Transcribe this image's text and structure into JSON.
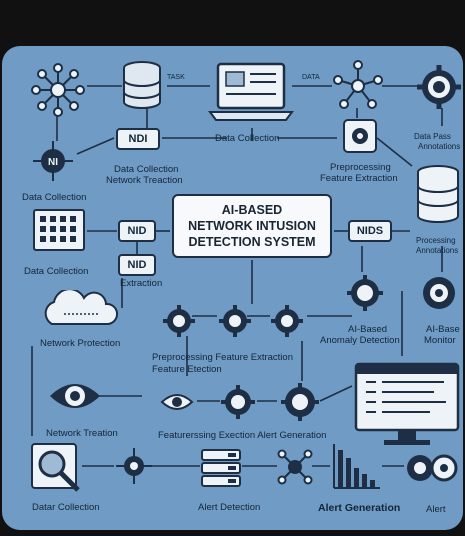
{
  "title": {
    "line1": "AI-BASED",
    "line2": "NETWORK INTUSION",
    "line3": "DETECTION SYSTEM"
  },
  "boxes": {
    "ndi": "NDI",
    "nid": "NID",
    "nid2": "NID",
    "nids": "NIDS"
  },
  "labels": {
    "data_collection_top": "Data Collection",
    "data_collection_network": "Data Collection",
    "network_treaction": "Network Treaction",
    "preprocessing_feature": "Preprocessing",
    "feature_extraction": "Feature Extraction",
    "data_pass": "Data Pass",
    "annotations": "Annotations",
    "data_collection_left": "Data Collection",
    "data_collection_mid": "Data Collection",
    "extraction": "Extraction",
    "processing_annotations": "Processing",
    "annotations2": "Annotations",
    "ai_based_anomaly": "AI-Based",
    "anomaly_detection": "Anomaly Detection",
    "ai_base_right": "AI-Base",
    "monitor": "Monitor",
    "network_protection": "Network Protection",
    "preprocessing2": "Preprocessing Feature Extraction",
    "feature_etection": "Feature Etection",
    "network_treation": "Network Treation",
    "featurerssing": "Featurerssing Exection Alert Generation",
    "datar_collection": "Datar Collection",
    "alert_detection": "Alert Detection",
    "alert_generation": "Alert Generation",
    "alert": "Alert",
    "small_tag1": "TASK",
    "small_tag2": "DATA"
  },
  "icons": {
    "network_node": "network-node-icon",
    "database": "database-icon",
    "laptop": "laptop-icon",
    "gear": "gear-icon",
    "cloud": "cloud-icon",
    "eye": "eye-icon",
    "magnifier": "magnifier-icon",
    "server": "server-icon",
    "monitor": "monitor-icon",
    "chart": "bar-chart-icon",
    "dashboard": "dashboard-icon"
  },
  "colors": {
    "background": "#111111",
    "panel": "#6f9bc4",
    "stroke": "#1e2f45",
    "box_fill": "#eef3f8"
  }
}
